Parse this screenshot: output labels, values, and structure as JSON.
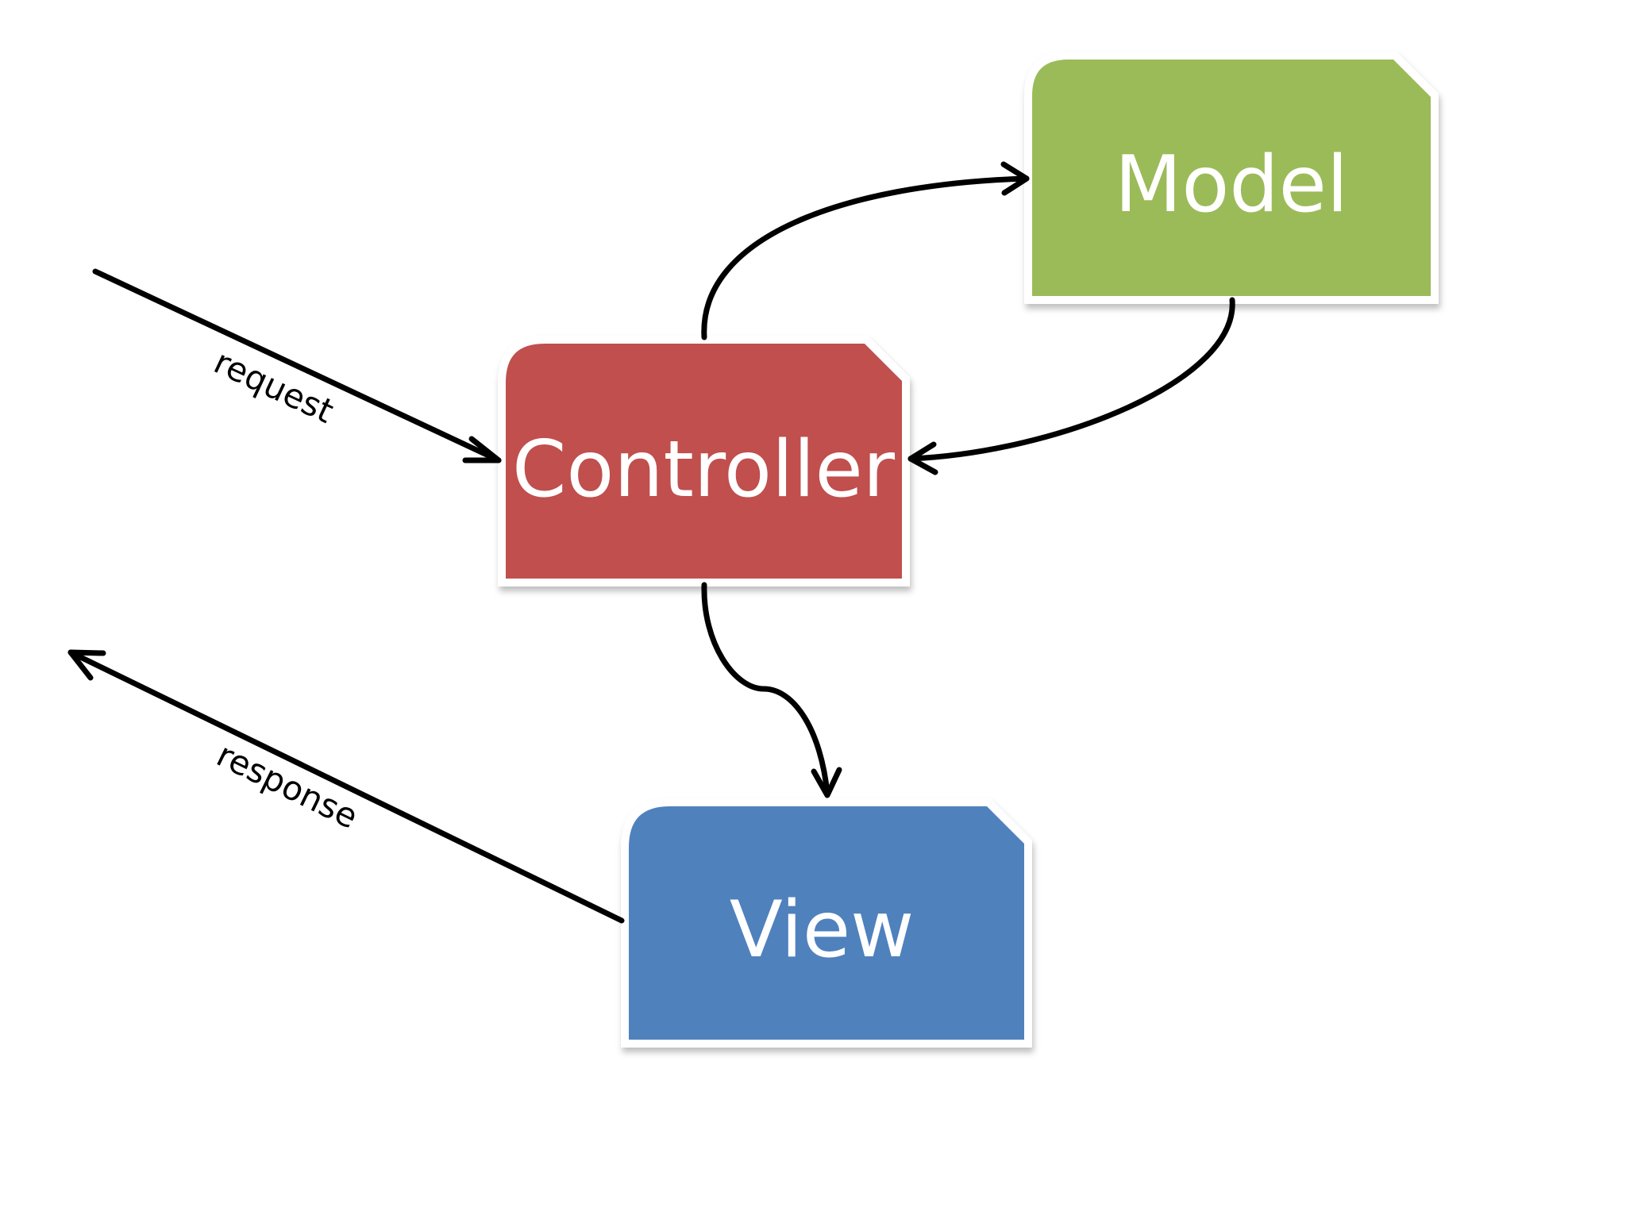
{
  "nodes": {
    "model": {
      "label": "Model",
      "color": "#9BBB59"
    },
    "controller": {
      "label": "Controller",
      "color": "#C0504D"
    },
    "view": {
      "label": "View",
      "color": "#4F81BD"
    }
  },
  "edges": {
    "request": {
      "label": "request"
    },
    "response": {
      "label": "response"
    }
  },
  "style": {
    "border_color": "#ffffff",
    "connector_color": "#000000"
  }
}
